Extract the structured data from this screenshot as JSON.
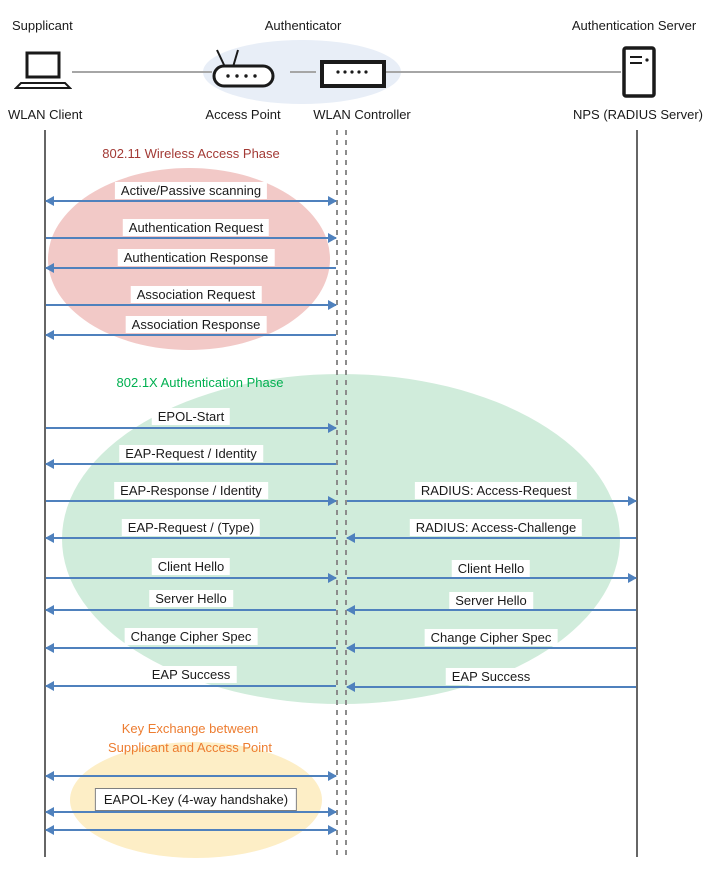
{
  "roles": [
    {
      "label": "Supplicant"
    },
    {
      "label": "Authenticator"
    },
    {
      "label": "Authentication Server"
    }
  ],
  "devices": [
    {
      "label": "WLAN Client",
      "icon": "laptop-icon"
    },
    {
      "label": "Access Point",
      "icon": "access-point-icon"
    },
    {
      "label": "WLAN Controller",
      "icon": "wlan-controller-icon"
    },
    {
      "label": "NPS (RADIUS Server)",
      "icon": "server-icon"
    }
  ],
  "phases": [
    {
      "title": "802.11 Wireless Access Phase",
      "title_color": "#a33a35",
      "fill_color": "#f2c9c7"
    },
    {
      "title": "802.1X Authentication Phase",
      "title_color": "#00b050",
      "fill_color": "#d0ecdb"
    },
    {
      "title_line1": "Key Exchange between",
      "title_line2": "Supplicant and Access Point",
      "title_color": "#ed7d31",
      "fill_color": "#fdeec6"
    }
  ],
  "messages": [
    {
      "label": "Active/Passive scanning",
      "segment": "client-controller",
      "direction": "both"
    },
    {
      "label": "Authentication Request",
      "segment": "client-controller",
      "direction": "right"
    },
    {
      "label": "Authentication Response",
      "segment": "client-controller",
      "direction": "left"
    },
    {
      "label": "Association Request",
      "segment": "client-controller",
      "direction": "right"
    },
    {
      "label": "Association Response",
      "segment": "client-controller",
      "direction": "left"
    },
    {
      "label": "EPOL-Start",
      "segment": "client-controller",
      "direction": "right"
    },
    {
      "label": "EAP-Request / Identity",
      "segment": "client-controller",
      "direction": "left"
    },
    {
      "label": "EAP-Response / Identity",
      "segment": "client-controller",
      "direction": "right"
    },
    {
      "label": "RADIUS: Access-Request",
      "segment": "controller-server",
      "direction": "right"
    },
    {
      "label": "EAP-Request / (Type)",
      "segment": "client-controller",
      "direction": "left"
    },
    {
      "label": "RADIUS: Access-Challenge",
      "segment": "controller-server",
      "direction": "left"
    },
    {
      "label": "Client Hello",
      "segment": "client-controller",
      "direction": "right"
    },
    {
      "label": "Client Hello",
      "segment": "controller-server",
      "direction": "right"
    },
    {
      "label": "Server Hello",
      "segment": "client-controller",
      "direction": "left"
    },
    {
      "label": "Server Hello",
      "segment": "controller-server",
      "direction": "left"
    },
    {
      "label": "Change Cipher Spec",
      "segment": "client-controller",
      "direction": "left"
    },
    {
      "label": "Change Cipher Spec",
      "segment": "controller-server",
      "direction": "left"
    },
    {
      "label": "EAP Success",
      "segment": "client-controller",
      "direction": "left"
    },
    {
      "label": "EAP Success",
      "segment": "controller-server",
      "direction": "left"
    },
    {
      "label": "",
      "segment": "client-controller",
      "direction": "both"
    },
    {
      "label": "EAPOL-Key (4-way handshake)",
      "segment": "client-controller",
      "direction": "both"
    },
    {
      "label": "",
      "segment": "client-controller",
      "direction": "both"
    }
  ],
  "colors": {
    "arrow": "#4f81bd",
    "lifeline_solid": "#666666",
    "lifeline_dashed": "#8c8c8c",
    "top_connector": "#a6a6a6",
    "authenticator_highlight": "#e8eef7"
  }
}
